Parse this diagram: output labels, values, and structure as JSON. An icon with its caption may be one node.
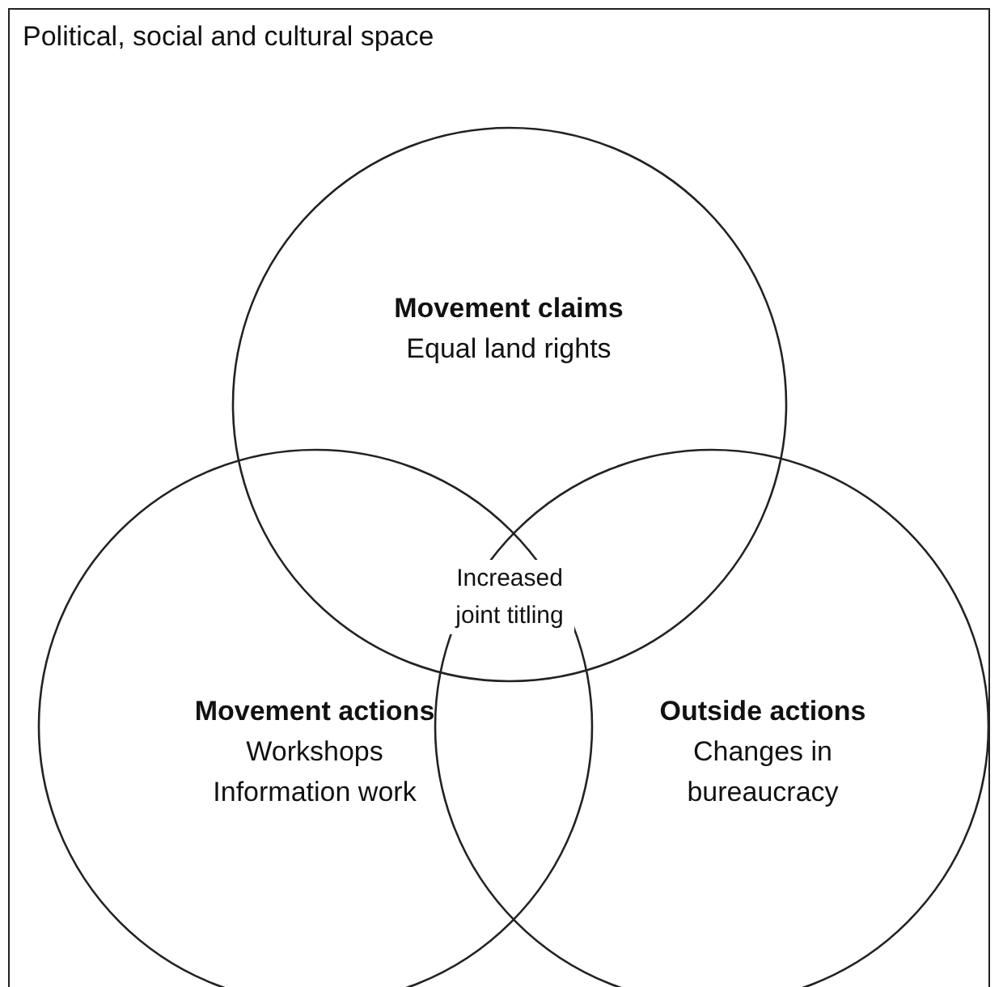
{
  "diagram": {
    "nodes": [
      {
        "text": [
          "Political, social and cultural space"
        ]
      },
      {
        "text": [
          "Movement claims",
          "Equal land rights"
        ],
        "in": 0
      },
      {
        "text": [
          "Movement actions",
          "Workshops",
          "Information work"
        ],
        "in": 0
      },
      {
        "text": [
          "Outside actions",
          "Changes in bureaucracy"
        ],
        "in": 0
      }
    ],
    "edges": [],
    "labels": [
      "Increased joint titling"
    ]
  }
}
